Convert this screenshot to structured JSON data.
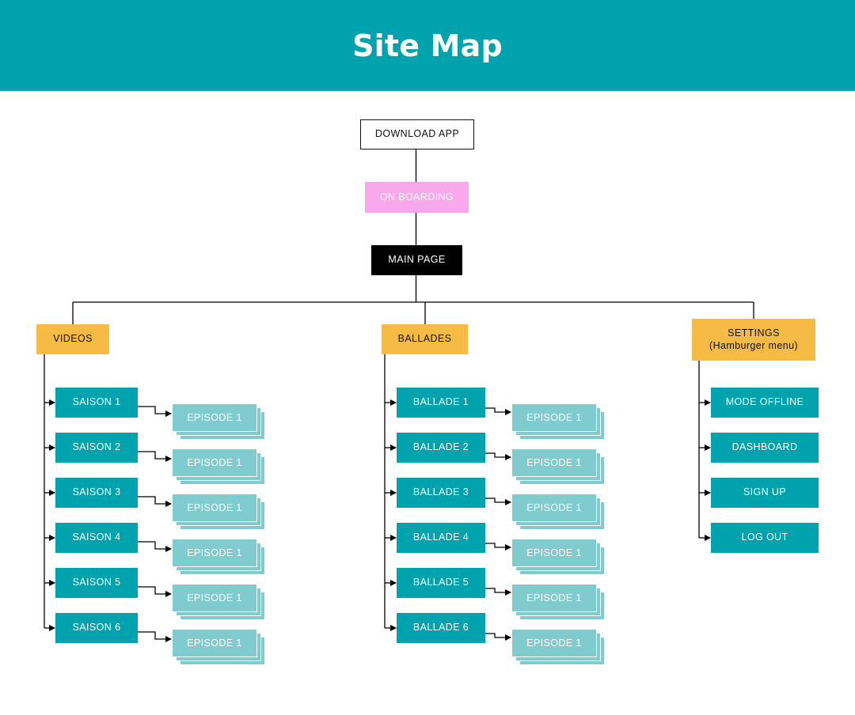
{
  "title": "Site Map",
  "colors": {
    "header_bg": "#00a3ad",
    "teal": "#00a3ad",
    "light_teal": "#80cbcd",
    "yellow": "#f5bb45",
    "pink": "#f9a8ec",
    "black": "#000000"
  },
  "top": {
    "download_app": "DOWNLOAD APP",
    "on_boarding": "ON BOARDING",
    "main_page": "MAIN PAGE"
  },
  "videos": {
    "label": "VIDEOS",
    "items": [
      {
        "label": "SAISON 1",
        "child": "EPISODE 1"
      },
      {
        "label": "SAISON 2",
        "child": "EPISODE 1"
      },
      {
        "label": "SAISON 3",
        "child": "EPISODE 1"
      },
      {
        "label": "SAISON 4",
        "child": "EPISODE 1"
      },
      {
        "label": "SAISON 5",
        "child": "EPISODE 1"
      },
      {
        "label": "SAISON 6",
        "child": "EPISODE 1"
      }
    ]
  },
  "ballades": {
    "label": "BALLADES",
    "items": [
      {
        "label": "BALLADE 1",
        "child": "EPISODE 1"
      },
      {
        "label": "BALLADE 2",
        "child": "EPISODE 1"
      },
      {
        "label": "BALLADE 3",
        "child": "EPISODE 1"
      },
      {
        "label": "BALLADE 4",
        "child": "EPISODE 1"
      },
      {
        "label": "BALLADE 5",
        "child": "EPISODE 1"
      },
      {
        "label": "BALLADE 6",
        "child": "EPISODE 1"
      }
    ]
  },
  "settings": {
    "label": "SETTINGS",
    "sublabel": "(Hamburger menu)",
    "items": [
      "MODE OFFLINE",
      "DASHBOARD",
      "SIGN UP",
      "LOG OUT"
    ]
  }
}
